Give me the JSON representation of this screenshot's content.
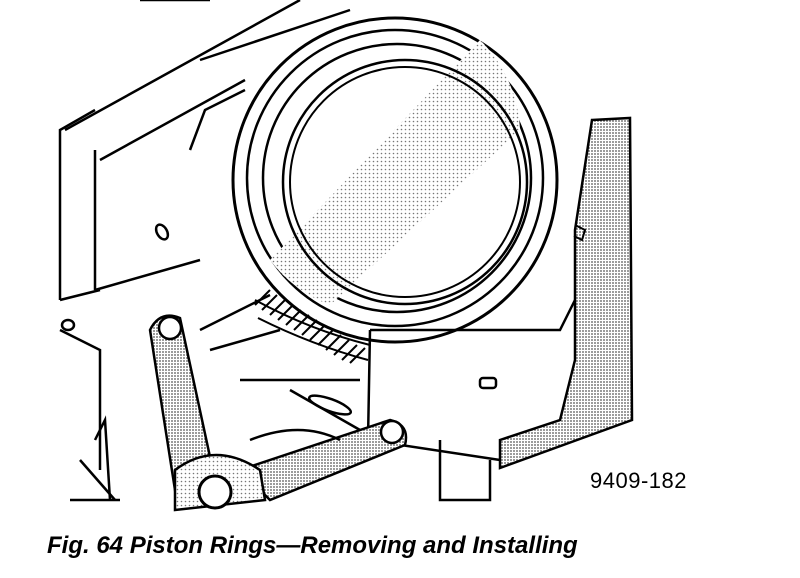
{
  "figure": {
    "reference_code": "9409-182",
    "caption": "Fig. 64 Piston Rings—Removing and Installing",
    "subject": "piston-ring-expander-tool-on-piston"
  },
  "colors": {
    "ink": "#000000",
    "paper": "#ffffff",
    "shade": "#b8b8b8"
  }
}
